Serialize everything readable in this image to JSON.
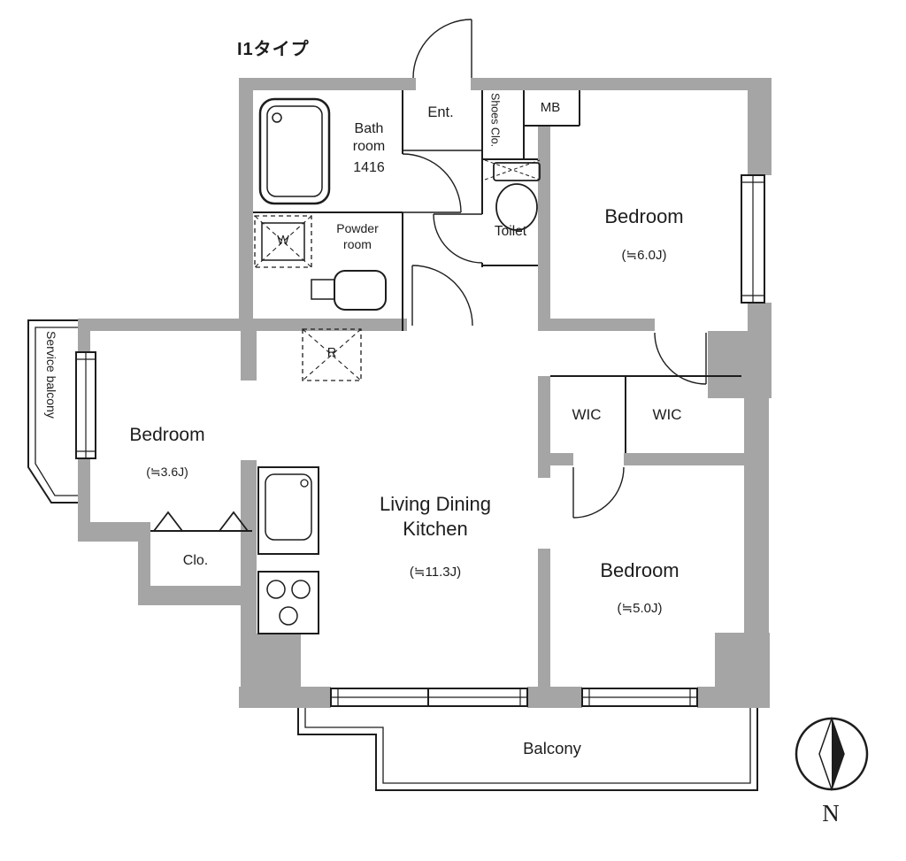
{
  "title": "I1タイプ",
  "colors": {
    "wall": "#a5a5a5",
    "line": "#1d1d1d",
    "background": "#ffffff"
  },
  "rooms": {
    "bathroom": {
      "name": "Bath room",
      "size": "1416"
    },
    "powder_room": {
      "name": "Powder room"
    },
    "entrance": {
      "name": "Ent."
    },
    "shoes_closet": {
      "name": "Shoes Clo."
    },
    "meter_box": {
      "name": "MB"
    },
    "toilet": {
      "name": "Toilet"
    },
    "bedroom_east": {
      "name": "Bedroom",
      "size": "(≒6.0J)"
    },
    "wic_left": {
      "name": "WIC"
    },
    "wic_right": {
      "name": "WIC"
    },
    "ldk": {
      "name": "Living Dining Kitchen",
      "size": "(≒11.3J)"
    },
    "bedroom_west": {
      "name": "Bedroom",
      "size": "(≒3.6J)"
    },
    "closet": {
      "name": "Clo."
    },
    "bedroom_south": {
      "name": "Bedroom",
      "size": "(≒5.0J)"
    },
    "service_balcony": {
      "name": "Service balcony"
    },
    "balcony": {
      "name": "Balcony"
    }
  },
  "appliances": {
    "washer": "W",
    "refrigerator": "R"
  },
  "compass": {
    "north": "N"
  }
}
